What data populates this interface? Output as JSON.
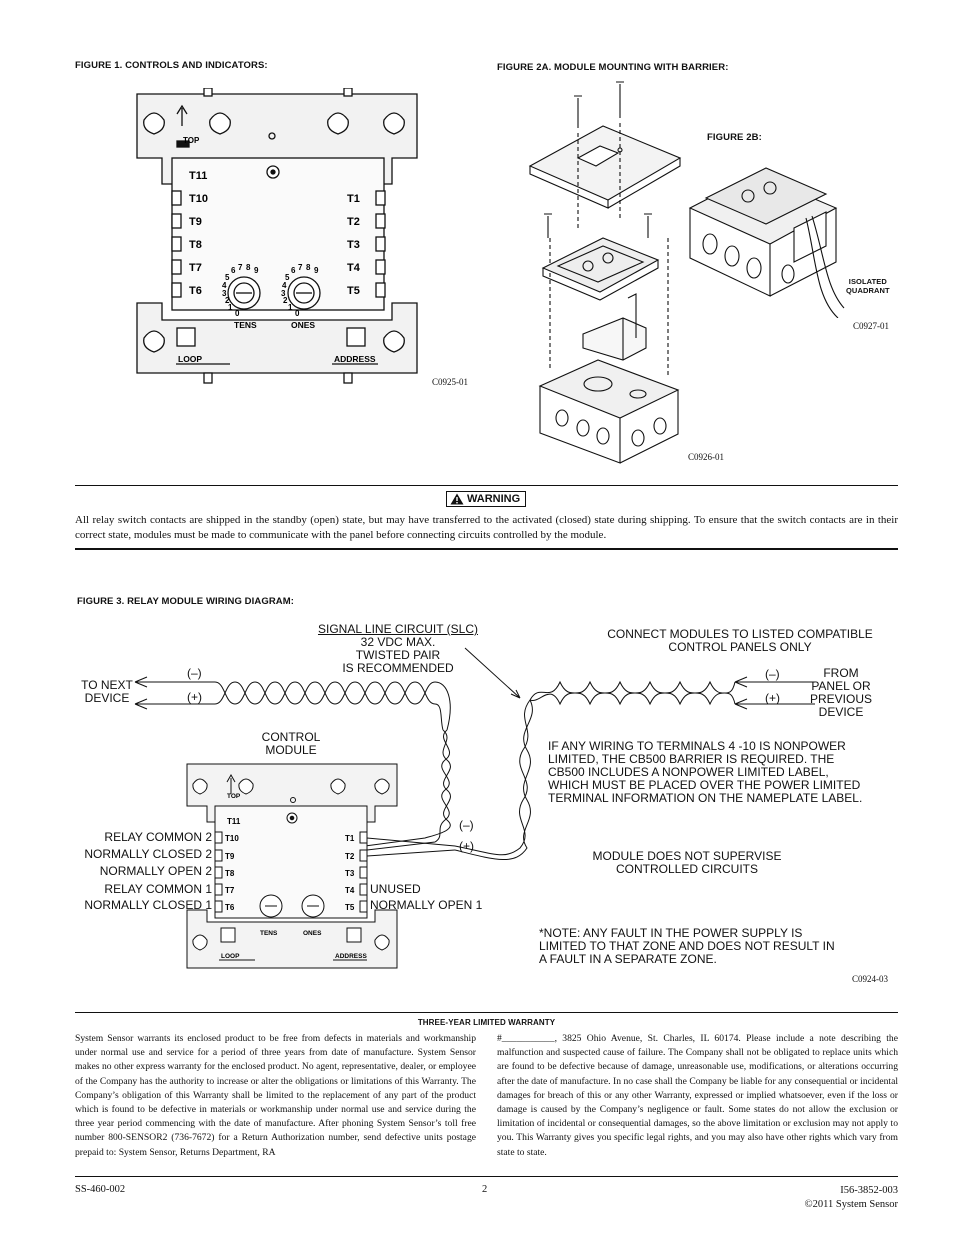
{
  "figure1": {
    "title": "FIGURE 1. CONTROLS AND INDICATORS:",
    "labels": {
      "top": "TOP",
      "loop": "LOOP",
      "address": "ADDRESS",
      "tens": "TENS",
      "ones": "ONES"
    },
    "terminals_left": [
      "T11",
      "T10",
      "T9",
      "T8",
      "T7",
      "T6"
    ],
    "terminals_right": [
      "T1",
      "T2",
      "T3",
      "T4",
      "T5"
    ],
    "dial_digits": [
      "0",
      "1",
      "2",
      "3",
      "4",
      "5",
      "6",
      "7",
      "8",
      "9"
    ],
    "code": "C0925-01"
  },
  "figure2a": {
    "title": "FIGURE 2A. MODULE MOUNTING WITH BARRIER:",
    "code": "C0926-01"
  },
  "figure2b": {
    "title": "FIGURE 2B:",
    "isolated_line1": "ISOLATED",
    "isolated_line2": "QUADRANT",
    "code": "C0927-01"
  },
  "warning": {
    "badge": "WARNING",
    "text": "All relay switch contacts are shipped in the standby (open) state, but may have transferred to the activated (closed) state during shipping. To ensure that the switch contacts are in their correct state, modules must be made to communicate with the panel before connecting circuits controlled by the module."
  },
  "figure3": {
    "title": "FIGURE 3. RELAY MODULE WIRING DIAGRAM:",
    "slc": {
      "line1": "SIGNAL LINE CIRCUIT (SLC)",
      "line2": "32 VDC MAX.",
      "line3": "TWISTED PAIR",
      "line4": "IS RECOMMENDED"
    },
    "connect": {
      "line1": "CONNECT MODULES TO LISTED COMPATIBLE",
      "line2": "CONTROL PANELS ONLY"
    },
    "to_next": {
      "line1": "TO NEXT",
      "line2": "DEVICE"
    },
    "from_panel": {
      "line1": "FROM",
      "line2": "PANEL OR",
      "line3": "PREVIOUS",
      "line4": "DEVICE"
    },
    "minus": "(–)",
    "plus": "(+)",
    "control_module": {
      "line1": "CONTROL",
      "line2": "MODULE"
    },
    "barrier_note": {
      "line1": "IF ANY WIRING TO TERMINALS 4 -10 IS NONPOWER",
      "line2": "LIMITED, THE CB500 BARRIER IS REQUIRED. THE",
      "line3": "CB500 INCLUDES A NONPOWER LIMITED LABEL,",
      "line4": "WHICH MUST BE PLACED OVER THE POWER LIMITED",
      "line5": "TERMINAL INFORMATION ON THE NAMEPLATE LABEL."
    },
    "relay_labels": [
      "RELAY COMMON 2",
      "NORMALLY CLOSED 2",
      "NORMALLY OPEN 2",
      "RELAY COMMON 1",
      "NORMALLY CLOSED 1"
    ],
    "unused": "UNUSED",
    "normally_open_1": "NORMALLY OPEN 1",
    "supervise": {
      "line1": "MODULE DOES NOT SUPERVISE",
      "line2": "CONTROLLED CIRCUITS"
    },
    "note": {
      "line1": "*NOTE: ANY FAULT IN THE POWER SUPPLY IS",
      "line2": "LIMITED TO THAT ZONE AND DOES NOT RESULT IN",
      "line3": "A FAULT IN A SEPARATE ZONE."
    },
    "code": "C0924-03"
  },
  "warranty": {
    "title": "THREE-YEAR LIMITED WARRANTY",
    "col1": "System Sensor warrants its enclosed product to be free from defects in materials and workmanship under normal use and service for a period of three years from date of manufacture. System Sensor makes no other express warranty for the enclosed product. No agent, representative, dealer, or employee of the Company has the authority to increase or alter the obligations or limitations of this Warranty. The Company’s obligation of this Warranty shall be limited to the replacement of any part of the product which is found to be defective in materials or workmanship under normal use and service during the three year period commencing with the date of manufacture. After phoning System Sensor’s toll free number 800-SENSOR2 (736-7672) for a Return Authorization number, send defective units postage prepaid to: System Sensor, Returns Department, RA",
    "col2": "#___________, 3825 Ohio Avenue, St. Charles, IL 60174. Please include a note describing the malfunction and suspected cause of failure. The Company shall not be obligated to replace units which are found to be defective because of damage, unreasonable use, modifications, or alterations occurring after the date of manufacture. In no case shall the Company be liable for any consequential or incidental damages for breach of this or any other Warranty, expressed or implied whatsoever, even if the loss or damage is caused by the Company’s negligence or fault. Some states do not allow the exclusion or limitation of incidental or consequential damages, so the above limitation or exclusion may not apply to you. This Warranty gives you specific legal rights, and you may also have other rights which vary from state to state."
  },
  "footer": {
    "left": "SS-460-002",
    "page": "2",
    "right1": "I56-3852-003",
    "right2": "©2011 System Sensor"
  }
}
